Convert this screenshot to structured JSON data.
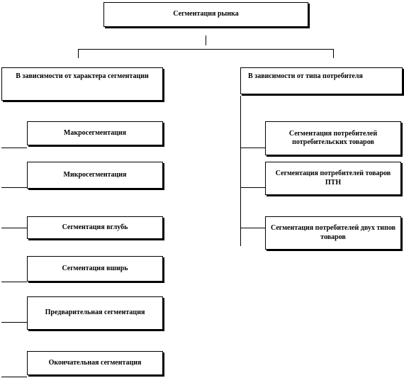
{
  "root": {
    "label": "Сегментация рынка"
  },
  "left_branch": {
    "label": "В зависимости от характера сегментации",
    "items": [
      "Макросегментация",
      "Микросегментация",
      "Сегментация вглубь",
      "Сегментация вширь",
      "Предварительная сегментация",
      "Окончательная  сегментация"
    ]
  },
  "right_branch": {
    "label": "В зависимости от типа потребителя",
    "items": [
      "Сегментация потребителей потребительских  товаров",
      "Сегментация потребителей товаров ПТН",
      "Сегментация потребителей двух  типов товаров"
    ]
  }
}
